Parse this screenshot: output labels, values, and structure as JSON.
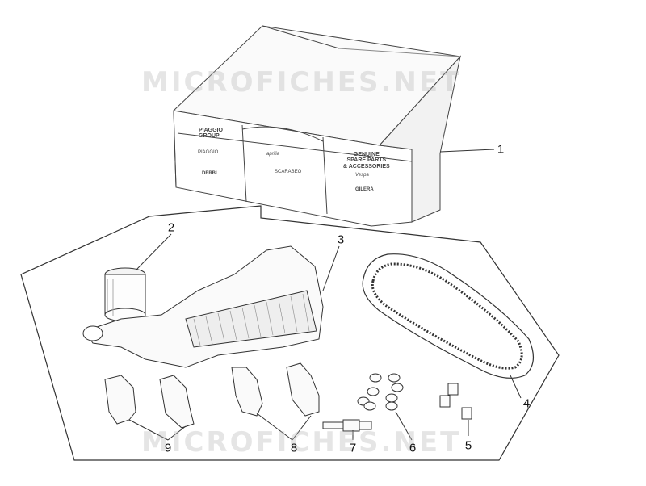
{
  "watermark": "MICROFICHES.NET",
  "box": {
    "brand": "PIAGGIO\nGROUP",
    "tagline": "GENUINE\nSPARE PARTS\n& ACCESSORIES",
    "logos": [
      "PIAGGIO",
      "aprilia",
      "DERBI",
      "SCARABEO",
      "Vespa",
      "GILERA"
    ]
  },
  "parts": [
    {
      "num": "1",
      "name": "spare parts box"
    },
    {
      "num": "2",
      "name": "oil filter"
    },
    {
      "num": "3",
      "name": "air filter"
    },
    {
      "num": "4",
      "name": "drive belt"
    },
    {
      "num": "5",
      "name": "sliders"
    },
    {
      "num": "6",
      "name": "rollers"
    },
    {
      "num": "7",
      "name": "spark plug"
    },
    {
      "num": "8",
      "name": "front brake pads"
    },
    {
      "num": "9",
      "name": "rear brake pads"
    }
  ],
  "colors": {
    "line": "#333333",
    "watermark": "#bbbbbb"
  }
}
